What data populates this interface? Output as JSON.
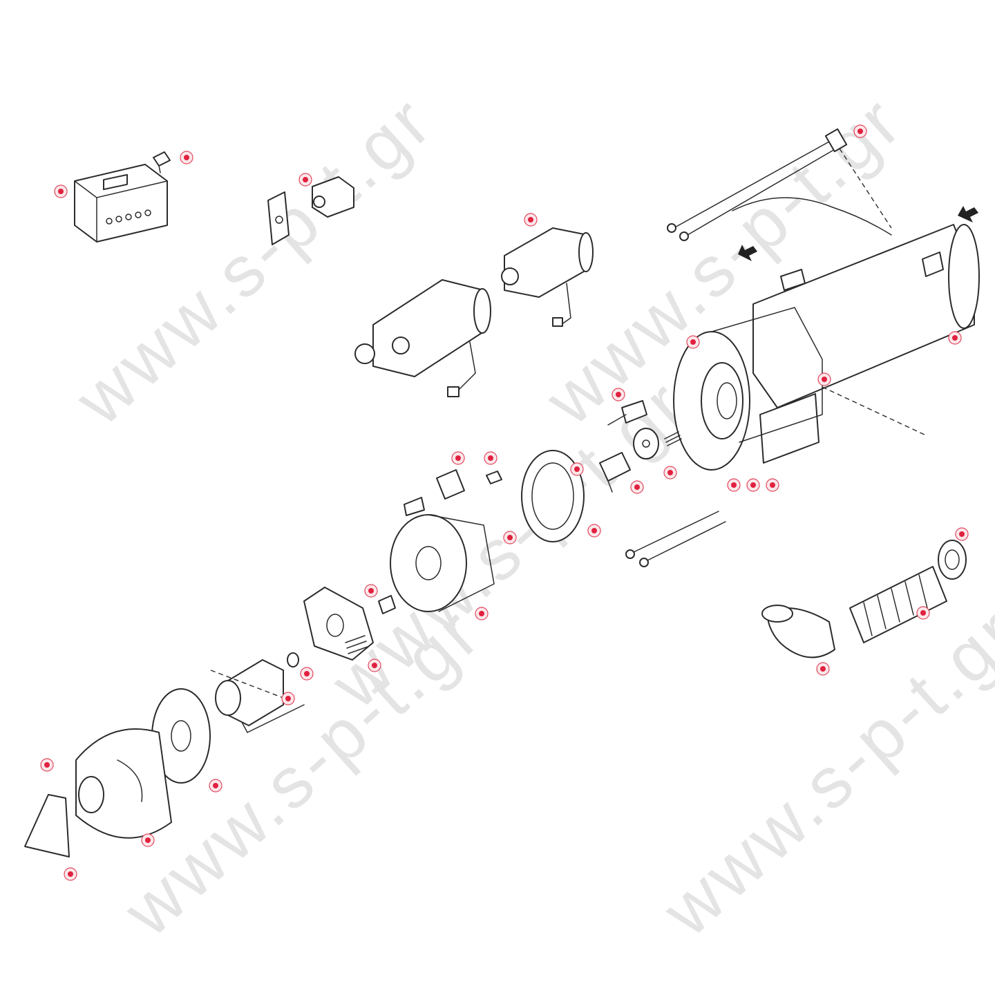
{
  "watermark": {
    "text": "www.s-p-t.gr",
    "color": "#e4e4e4"
  },
  "hotspot_color": "#e0223f",
  "hotspots": [
    {
      "name": "hotspot-control-panel"
    },
    {
      "name": "hotspot-small-connector"
    },
    {
      "name": "hotspot-relay-switch"
    },
    {
      "name": "hotspot-fuel-pump-top"
    },
    {
      "name": "hotspot-glow-plug-cable"
    },
    {
      "name": "hotspot-heat-exchanger"
    },
    {
      "name": "hotspot-combustion-chamber"
    },
    {
      "name": "hotspot-sensor-t"
    },
    {
      "name": "hotspot-control-unit"
    },
    {
      "name": "hotspot-terminal"
    },
    {
      "name": "hotspot-gasket-ring"
    },
    {
      "name": "hotspot-valve"
    },
    {
      "name": "hotspot-valve-b"
    },
    {
      "name": "hotspot-disc"
    },
    {
      "name": "hotspot-bolt-1"
    },
    {
      "name": "hotspot-bolt-2"
    },
    {
      "name": "hotspot-bolt-3"
    },
    {
      "name": "hotspot-gasket-large"
    },
    {
      "name": "hotspot-clip"
    },
    {
      "name": "hotspot-end-sleeve"
    },
    {
      "name": "hotspot-flexible-hose"
    },
    {
      "name": "hotspot-elbow-pipe"
    },
    {
      "name": "hotspot-burner-head"
    },
    {
      "name": "hotspot-sensor-plug"
    },
    {
      "name": "hotspot-circuit-board"
    },
    {
      "name": "hotspot-bushing"
    },
    {
      "name": "hotspot-motor"
    },
    {
      "name": "hotspot-fan-wheel"
    },
    {
      "name": "hotspot-cover-top"
    },
    {
      "name": "hotspot-cover-bottom"
    },
    {
      "name": "hotspot-cap"
    }
  ]
}
